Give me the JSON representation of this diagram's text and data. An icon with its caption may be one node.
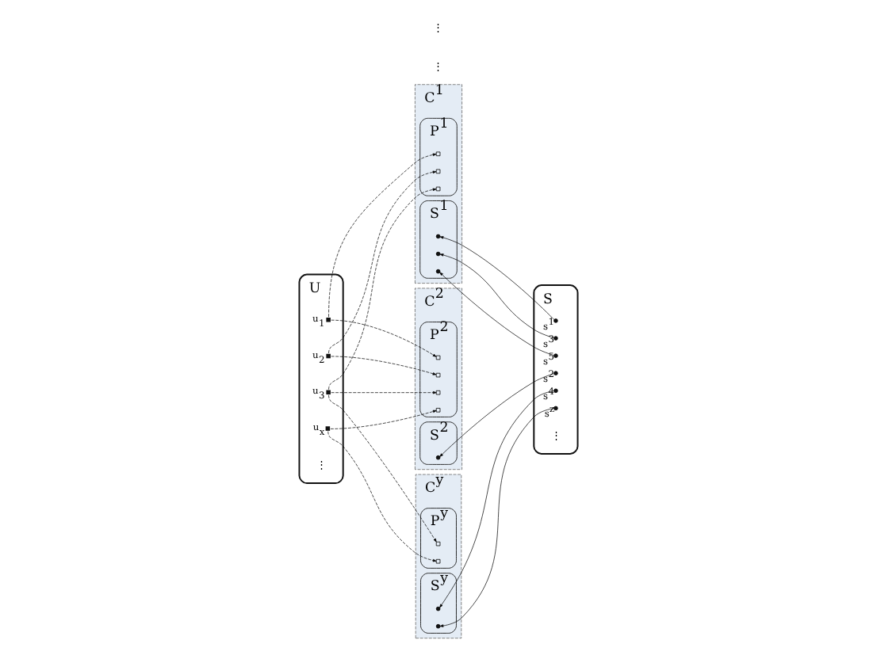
{
  "diagram": {
    "nodes": [
      {
        "text": [
          "U"
        ]
      },
      {
        "text": [],
        "shape": "box",
        "beside": [
          "u$_{1}$"
        ],
        "in": 0
      },
      {
        "text": [],
        "shape": "box",
        "beside": [
          "u$_{2}$"
        ],
        "in": 0
      },
      {
        "text": [],
        "shape": "box",
        "beside": [
          "u$_{3}$"
        ],
        "in": 0
      },
      {
        "text": [],
        "shape": "box",
        "beside": [
          "u$_{x}$"
        ],
        "in": 0
      },
      {
        "text": [
          "C$^{1}$"
        ]
      },
      {
        "text": [
          "P$^{1}$"
        ],
        "in": 5
      },
      {
        "text": [],
        "shape": "box",
        "in": 6
      },
      {
        "text": [],
        "shape": "box",
        "in": 6
      },
      {
        "text": [],
        "shape": "box",
        "in": 6
      },
      {
        "text": [
          "S$^{1}$"
        ],
        "in": 5
      },
      {
        "text": [],
        "shape": "circle",
        "in": 10
      },
      {
        "text": [],
        "shape": "circle",
        "in": 10
      },
      {
        "text": [],
        "shape": "circle",
        "in": 10
      },
      {
        "text": [
          "C$^{2}$"
        ]
      },
      {
        "text": [
          "P$^{2}$"
        ],
        "in": 14
      },
      {
        "text": [],
        "shape": "box",
        "in": 15
      },
      {
        "text": [],
        "shape": "box",
        "in": 15
      },
      {
        "text": [],
        "shape": "box",
        "in": 15
      },
      {
        "text": [],
        "shape": "box",
        "in": 15
      },
      {
        "text": [
          "S$^{2}$"
        ],
        "in": 14
      },
      {
        "text": [],
        "shape": "circle",
        "in": 20
      },
      {
        "text": [
          "C$^{y}$"
        ]
      },
      {
        "text": [
          "P$^{y}$"
        ],
        "in": 22
      },
      {
        "text": [],
        "shape": "box",
        "in": 23
      },
      {
        "text": [],
        "shape": "box",
        "in": 23
      },
      {
        "text": [
          "S$^{y}$"
        ],
        "in": 22
      },
      {
        "text": [],
        "shape": "circle",
        "in": 26
      },
      {
        "text": [],
        "shape": "circle",
        "in": 26
      },
      {
        "text": [
          "S"
        ]
      },
      {
        "text": [],
        "shape": "circle",
        "beside": [
          "s$^{1}$"
        ],
        "in": 29
      },
      {
        "text": [],
        "shape": "circle",
        "beside": [
          "s$^{2}$"
        ],
        "in": 29
      },
      {
        "text": [],
        "shape": "circle",
        "beside": [
          "s$^{3}$"
        ],
        "in": 29
      },
      {
        "text": [],
        "shape": "circle",
        "beside": [
          "s$^{4}$"
        ],
        "in": 29
      },
      {
        "text": [],
        "shape": "circle",
        "beside": [
          "s$^{5}$"
        ],
        "in": 29
      },
      {
        "text": [],
        "shape": "circle",
        "beside": [
          "s$^{z}$"
        ],
        "in": 29
      }
    ],
    "edges": [
      {
        "from": 1,
        "to": 7,
        "arrow": "to",
        "style": "dashed"
      },
      {
        "from": 2,
        "to": 8,
        "arrow": "to",
        "style": "dashed"
      },
      {
        "from": 3,
        "to": 9,
        "arrow": "to",
        "style": "dashed"
      },
      {
        "from": 1,
        "to": 16,
        "arrow": "to",
        "style": "dashed"
      },
      {
        "from": 2,
        "to": 17,
        "arrow": "to",
        "style": "dashed"
      },
      {
        "from": 3,
        "to": 18,
        "arrow": "to",
        "style": "dashed"
      },
      {
        "from": 4,
        "to": 19,
        "arrow": "to",
        "style": "dashed"
      },
      {
        "from": 3,
        "to": 24,
        "arrow": "to",
        "style": "dashed"
      },
      {
        "from": 4,
        "to": 25,
        "arrow": "to",
        "style": "dashed"
      },
      {
        "from": 30,
        "to": 11,
        "arrow": "to"
      },
      {
        "from": 32,
        "to": 12,
        "arrow": "to"
      },
      {
        "from": 34,
        "to": 13,
        "arrow": "to"
      },
      {
        "from": 31,
        "to": 21,
        "arrow": "to"
      },
      {
        "from": 33,
        "to": 27,
        "arrow": "to"
      },
      {
        "from": 35,
        "to": 28,
        "arrow": "to"
      }
    ],
    "labels": [
      "⋮",
      "⋮",
      "⋮",
      "⋮"
    ]
  }
}
